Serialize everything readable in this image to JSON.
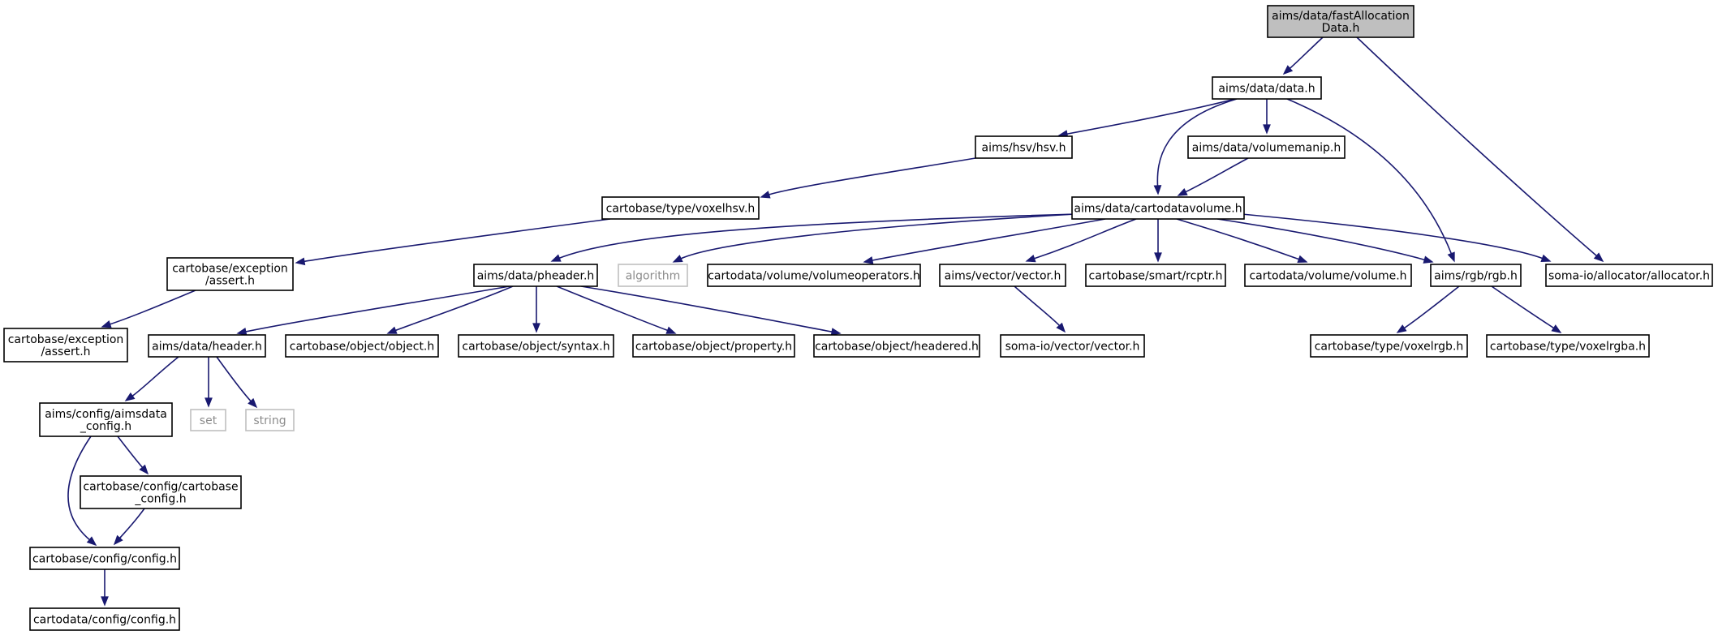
{
  "diagram": {
    "colors": {
      "edge": "#191970",
      "root_fill": "#bfbfbf",
      "node_border": "#000000",
      "external_border": "#bfbfbf",
      "external_text": "#8c8c8c"
    },
    "nodes": [
      {
        "id": "fastAllocationData",
        "lines": [
          "aims/data/fastAllocation",
          "Data.h"
        ],
        "kind": "root"
      },
      {
        "id": "data",
        "lines": [
          "aims/data/data.h"
        ],
        "kind": "normal"
      },
      {
        "id": "hsv",
        "lines": [
          "aims/hsv/hsv.h"
        ],
        "kind": "normal"
      },
      {
        "id": "volumemanip",
        "lines": [
          "aims/data/volumemanip.h"
        ],
        "kind": "normal"
      },
      {
        "id": "voxelhsv",
        "lines": [
          "cartobase/type/voxelhsv.h"
        ],
        "kind": "normal"
      },
      {
        "id": "cartodatavolume",
        "lines": [
          "aims/data/cartodatavolume.h"
        ],
        "kind": "normal"
      },
      {
        "id": "assert1",
        "lines": [
          "cartobase/exception",
          "/assert.h"
        ],
        "kind": "normal"
      },
      {
        "id": "assert2",
        "lines": [
          "cartobase/exception",
          "/assert.h"
        ],
        "kind": "normal"
      },
      {
        "id": "pheader",
        "lines": [
          "aims/data/pheader.h"
        ],
        "kind": "normal"
      },
      {
        "id": "algorithm",
        "lines": [
          "algorithm"
        ],
        "kind": "external"
      },
      {
        "id": "volumeoperators",
        "lines": [
          "cartodata/volume/volumeoperators.h"
        ],
        "kind": "normal"
      },
      {
        "id": "vector",
        "lines": [
          "aims/vector/vector.h"
        ],
        "kind": "normal"
      },
      {
        "id": "rcptr",
        "lines": [
          "cartobase/smart/rcptr.h"
        ],
        "kind": "normal"
      },
      {
        "id": "volume",
        "lines": [
          "cartodata/volume/volume.h"
        ],
        "kind": "normal"
      },
      {
        "id": "rgb",
        "lines": [
          "aims/rgb/rgb.h"
        ],
        "kind": "normal"
      },
      {
        "id": "allocator",
        "lines": [
          "soma-io/allocator/allocator.h"
        ],
        "kind": "normal"
      },
      {
        "id": "header",
        "lines": [
          "aims/data/header.h"
        ],
        "kind": "normal"
      },
      {
        "id": "object",
        "lines": [
          "cartobase/object/object.h"
        ],
        "kind": "normal"
      },
      {
        "id": "syntax",
        "lines": [
          "cartobase/object/syntax.h"
        ],
        "kind": "normal"
      },
      {
        "id": "property",
        "lines": [
          "cartobase/object/property.h"
        ],
        "kind": "normal"
      },
      {
        "id": "headered",
        "lines": [
          "cartobase/object/headered.h"
        ],
        "kind": "normal"
      },
      {
        "id": "somavector",
        "lines": [
          "soma-io/vector/vector.h"
        ],
        "kind": "normal"
      },
      {
        "id": "voxelrgb",
        "lines": [
          "cartobase/type/voxelrgb.h"
        ],
        "kind": "normal"
      },
      {
        "id": "voxelrgba",
        "lines": [
          "cartobase/type/voxelrgba.h"
        ],
        "kind": "normal"
      },
      {
        "id": "aimsdataconfig",
        "lines": [
          "aims/config/aimsdata",
          "_config.h"
        ],
        "kind": "normal"
      },
      {
        "id": "set",
        "lines": [
          "set"
        ],
        "kind": "external"
      },
      {
        "id": "string",
        "lines": [
          "string"
        ],
        "kind": "external"
      },
      {
        "id": "cartobaseconfig",
        "lines": [
          "cartobase/config/cartobase",
          "_config.h"
        ],
        "kind": "normal"
      },
      {
        "id": "config",
        "lines": [
          "cartobase/config/config.h"
        ],
        "kind": "normal"
      },
      {
        "id": "cartodataconfig",
        "lines": [
          "cartodata/config/config.h"
        ],
        "kind": "normal"
      }
    ],
    "edges": [
      {
        "from": "fastAllocationData",
        "to": "data"
      },
      {
        "from": "fastAllocationData",
        "to": "allocator"
      },
      {
        "from": "data",
        "to": "hsv"
      },
      {
        "from": "data",
        "to": "volumemanip"
      },
      {
        "from": "data",
        "to": "cartodatavolume"
      },
      {
        "from": "data",
        "to": "rgb"
      },
      {
        "from": "hsv",
        "to": "voxelhsv"
      },
      {
        "from": "volumemanip",
        "to": "cartodatavolume"
      },
      {
        "from": "voxelhsv",
        "to": "assert1"
      },
      {
        "from": "assert1",
        "to": "assert2"
      },
      {
        "from": "cartodatavolume",
        "to": "pheader"
      },
      {
        "from": "cartodatavolume",
        "to": "algorithm"
      },
      {
        "from": "cartodatavolume",
        "to": "volumeoperators"
      },
      {
        "from": "cartodatavolume",
        "to": "vector"
      },
      {
        "from": "cartodatavolume",
        "to": "rcptr"
      },
      {
        "from": "cartodatavolume",
        "to": "volume"
      },
      {
        "from": "cartodatavolume",
        "to": "rgb"
      },
      {
        "from": "cartodatavolume",
        "to": "allocator"
      },
      {
        "from": "pheader",
        "to": "header"
      },
      {
        "from": "pheader",
        "to": "object"
      },
      {
        "from": "pheader",
        "to": "syntax"
      },
      {
        "from": "pheader",
        "to": "property"
      },
      {
        "from": "pheader",
        "to": "headered"
      },
      {
        "from": "vector",
        "to": "somavector"
      },
      {
        "from": "rgb",
        "to": "voxelrgb"
      },
      {
        "from": "rgb",
        "to": "voxelrgba"
      },
      {
        "from": "header",
        "to": "aimsdataconfig"
      },
      {
        "from": "header",
        "to": "set"
      },
      {
        "from": "header",
        "to": "string"
      },
      {
        "from": "aimsdataconfig",
        "to": "cartobaseconfig"
      },
      {
        "from": "aimsdataconfig",
        "to": "config"
      },
      {
        "from": "cartobaseconfig",
        "to": "config"
      },
      {
        "from": "config",
        "to": "cartodataconfig"
      }
    ]
  }
}
